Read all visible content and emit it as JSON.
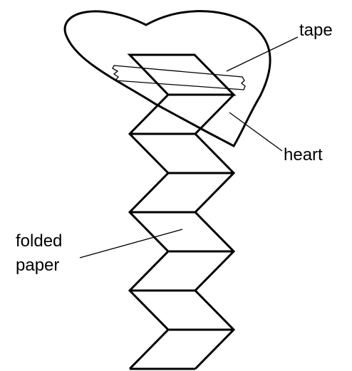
{
  "labels": {
    "tape": "tape",
    "heart": "heart",
    "folded_line1": "folded",
    "folded_line2": "paper"
  },
  "colors": {
    "stroke": "#000000",
    "background": "#ffffff"
  }
}
